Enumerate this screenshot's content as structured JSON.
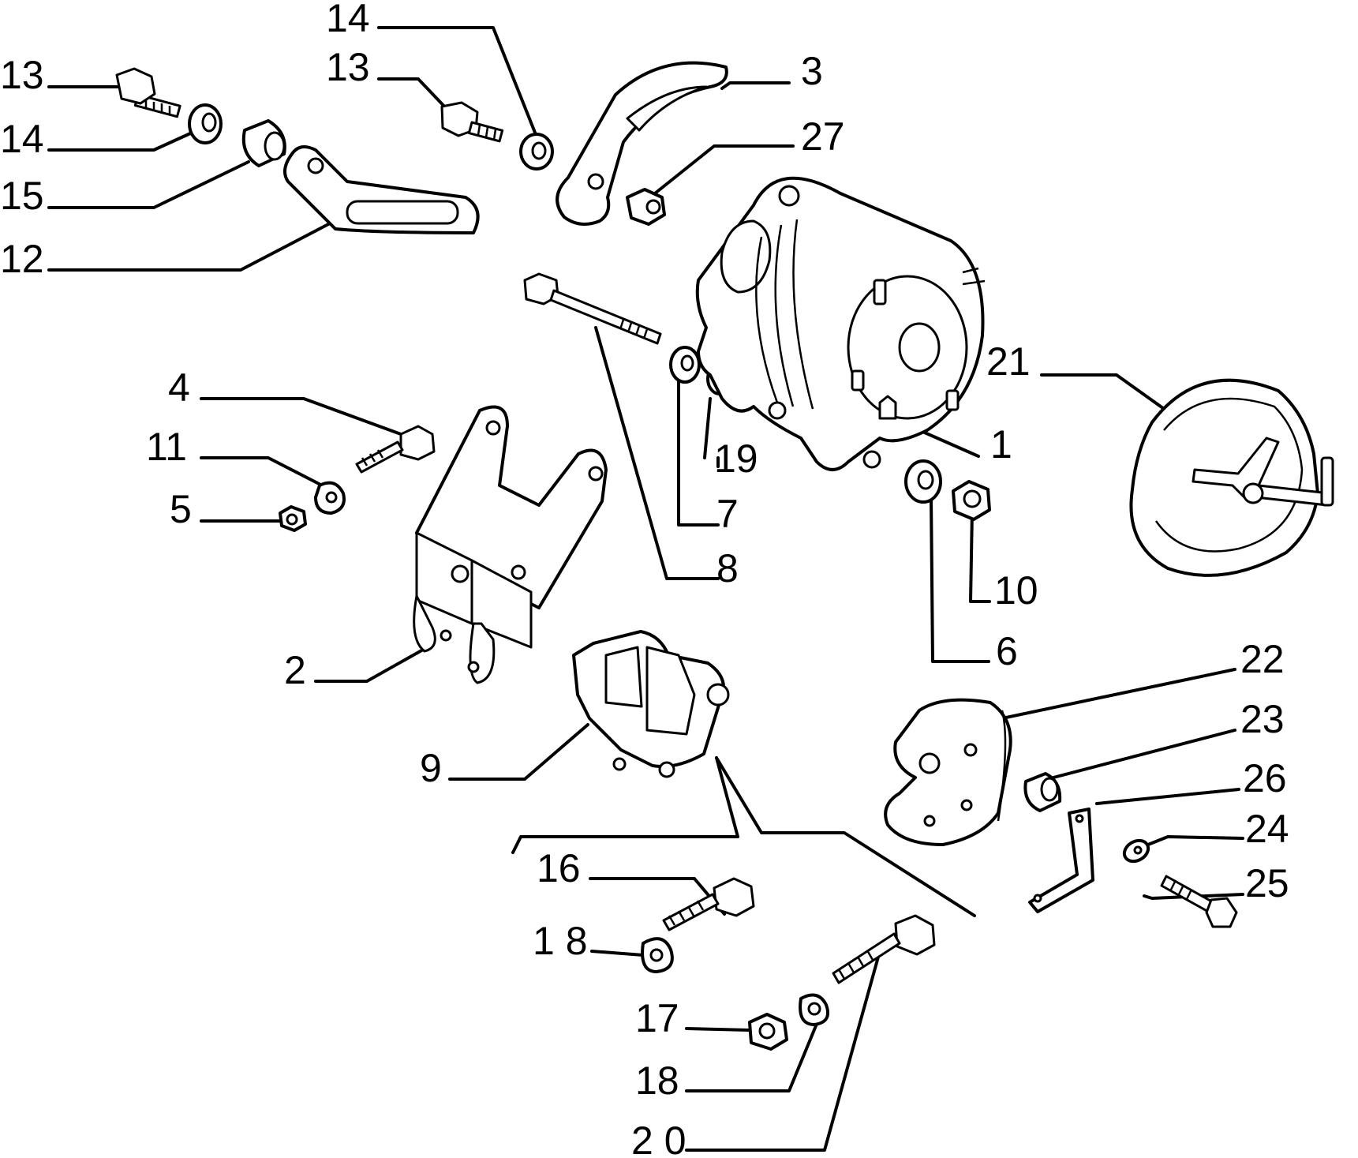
{
  "labels": {
    "l13a": "13",
    "l14a": "14",
    "l15": "15",
    "l12": "12",
    "l14b": "14",
    "l13b": "13",
    "l3": "3",
    "l27": "27",
    "l4": "4",
    "l11": "11",
    "l5": "5",
    "l2": "2",
    "l21": "21",
    "l1": "1",
    "l19": "19",
    "l7": "7",
    "l8": "8",
    "l10": "10",
    "l6": "6",
    "l9": "9",
    "l22": "22",
    "l23": "23",
    "l26": "26",
    "l24": "24",
    "l25": "25",
    "l16": "16",
    "l18a": "1 8",
    "l17": "17",
    "l18b": "18",
    "l20": "2 0"
  }
}
